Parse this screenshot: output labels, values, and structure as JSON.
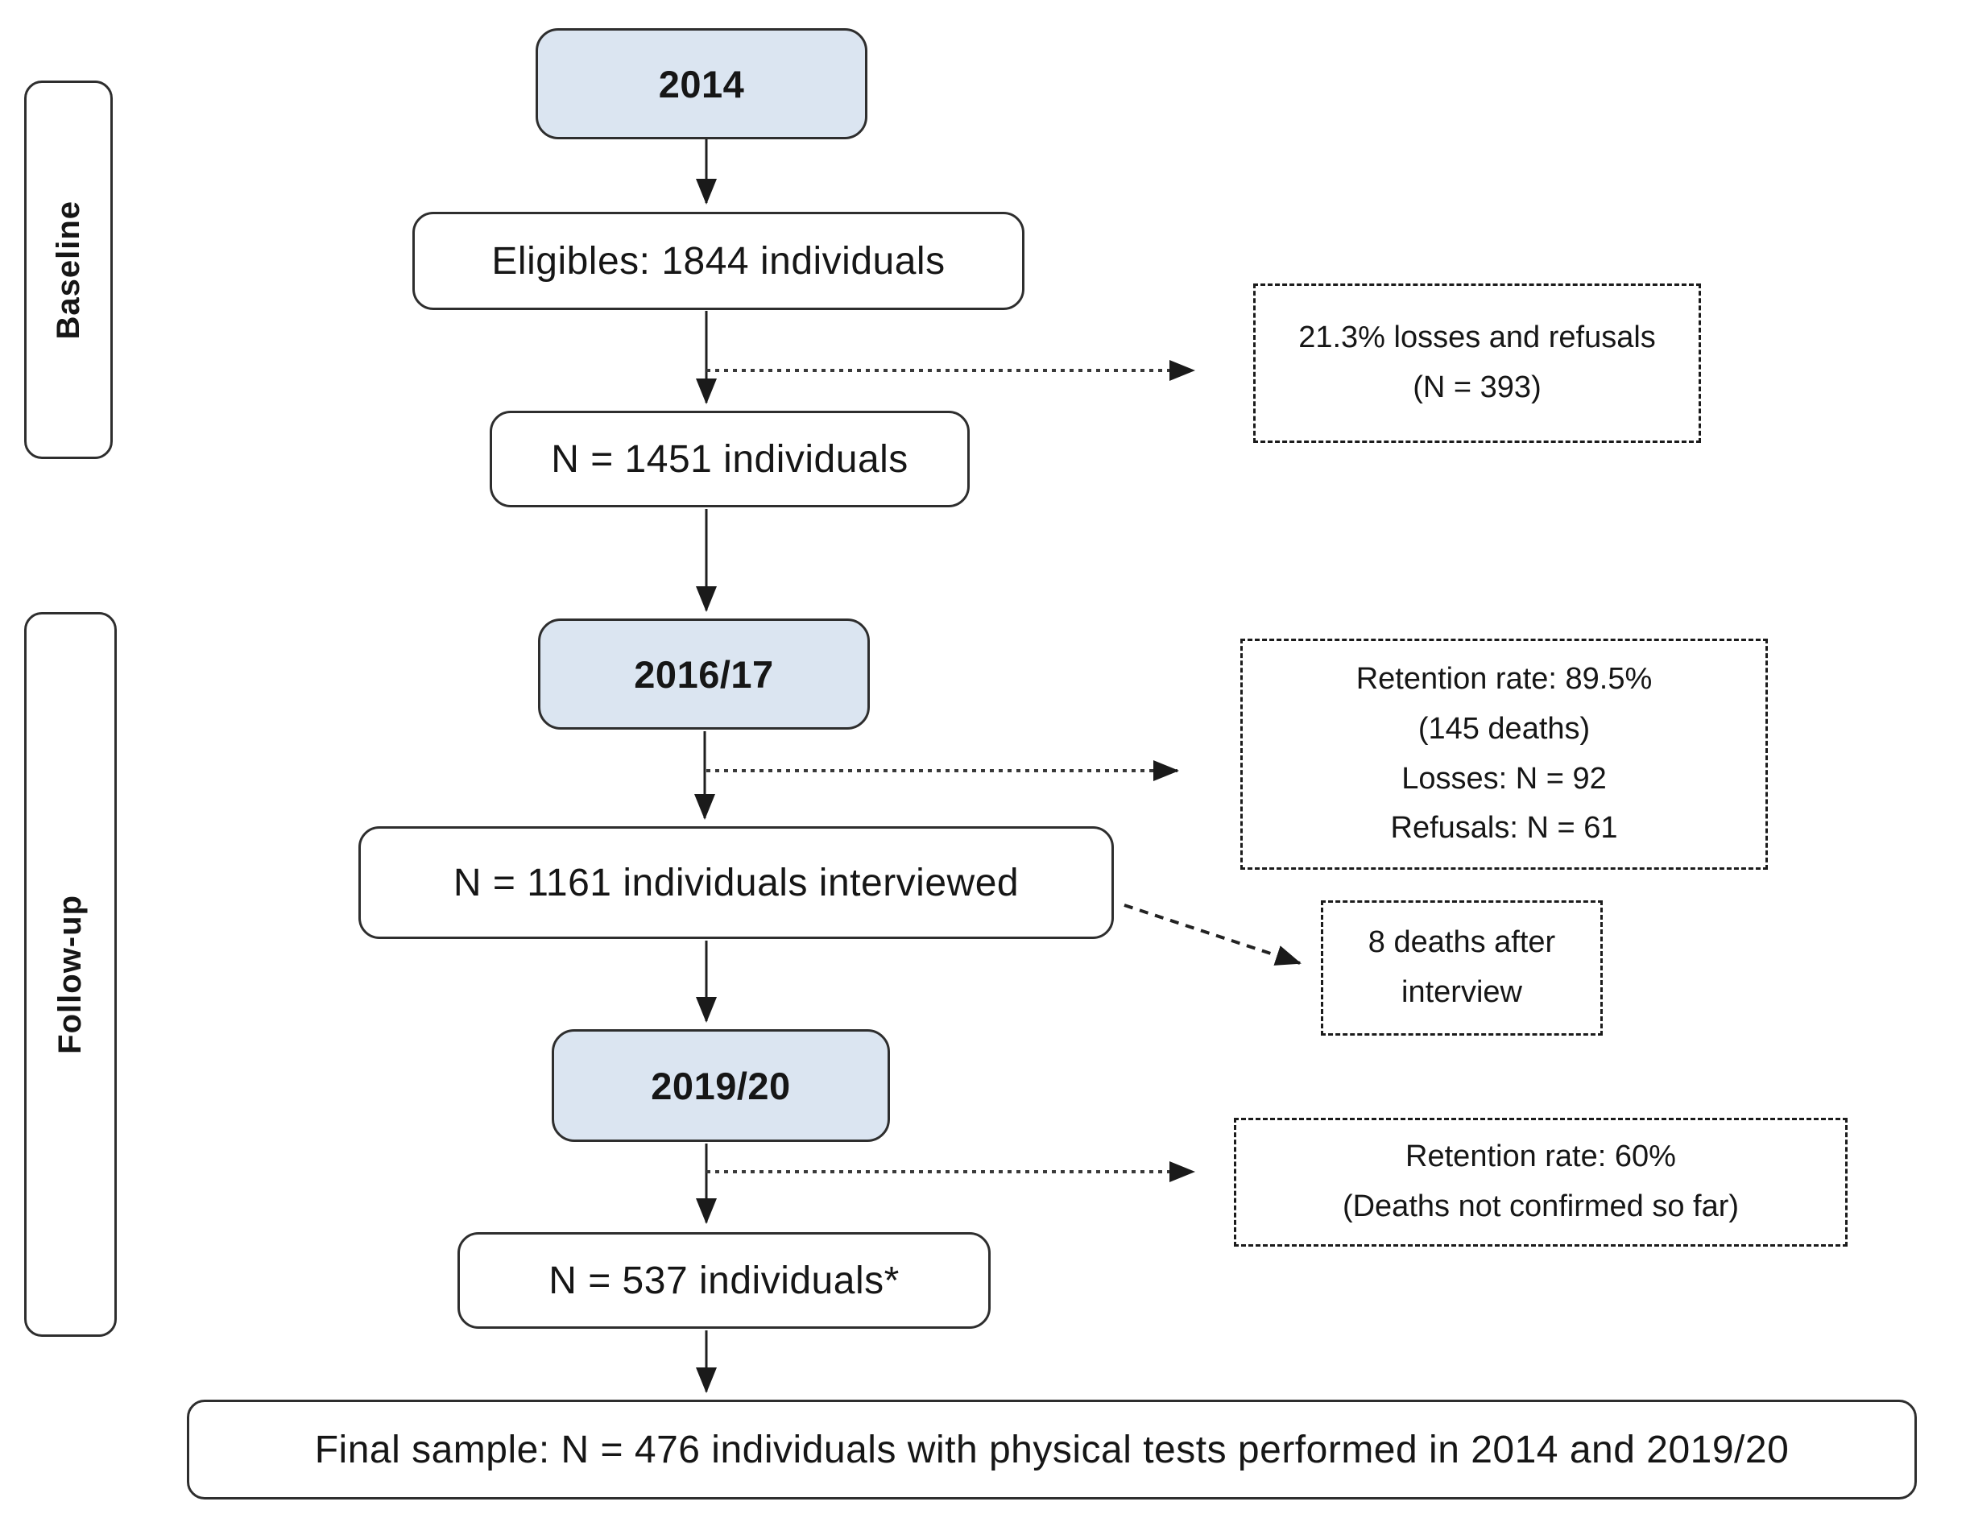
{
  "colors": {
    "year_box_fill": "#dbe5f1",
    "line_color": "#2e2e2e"
  },
  "sidebar": {
    "baseline": "Baseline",
    "followup": "Follow-up"
  },
  "flow": {
    "year_2014": "2014",
    "eligibles": "Eligibles: 1844 individuals",
    "n_1451": "N = 1451 individuals",
    "year_2016_17": "2016/17",
    "n_1161": "N = 1161 individuals interviewed",
    "year_2019_20": "2019/20",
    "n_537": "N = 537 individuals*",
    "final_sample": "Final sample: N = 476 individuals with physical tests performed in 2014 and 2019/20"
  },
  "side_notes": {
    "losses_2014": {
      "lines": [
        "21.3% losses and refusals",
        "(N = 393)"
      ]
    },
    "retention_2016": {
      "lines": [
        "Retention rate: 89.5%",
        "(145 deaths)",
        "Losses: N = 92",
        "Refusals: N = 61"
      ]
    },
    "deaths_after_interview": {
      "lines": [
        "8 deaths after",
        "interview"
      ]
    },
    "retention_2019": {
      "lines": [
        "Retention rate: 60%",
        "(Deaths not confirmed so far)"
      ]
    }
  }
}
